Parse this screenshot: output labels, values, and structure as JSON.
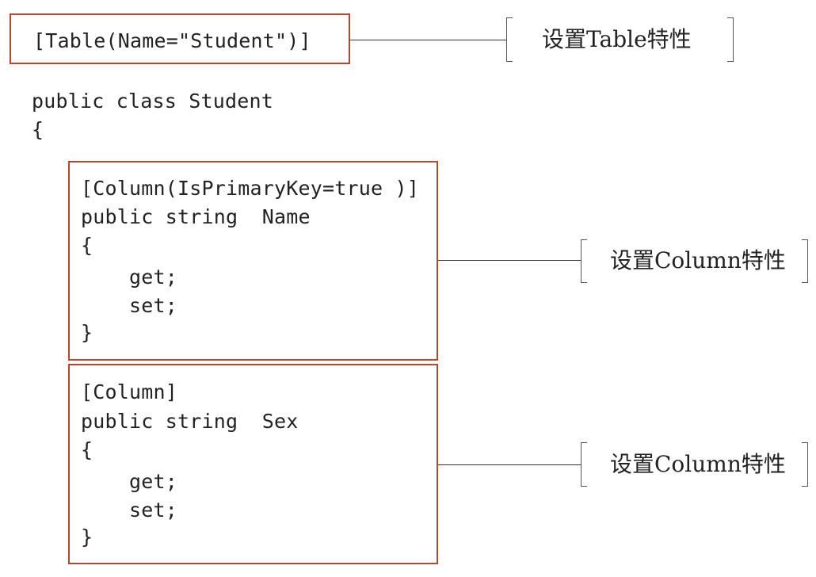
{
  "table_attribute": {
    "code": "[Table(Name=\"Student\")]",
    "callout": "设置Table特性"
  },
  "class_decl": {
    "line1": "public class Student",
    "line2": "{"
  },
  "column_blocks": [
    {
      "lines": [
        "[Column(IsPrimaryKey=true )]",
        "public string  Name",
        "{",
        "    get;",
        "    set;",
        "}"
      ],
      "callout": "设置Column特性"
    },
    {
      "lines": [
        "[Column]",
        "public string  Sex",
        "{",
        "    get;",
        "    set;",
        "}"
      ],
      "callout": "设置Column特性"
    }
  ],
  "colors": {
    "box_border": "#b5452e",
    "connector": "#333333"
  }
}
